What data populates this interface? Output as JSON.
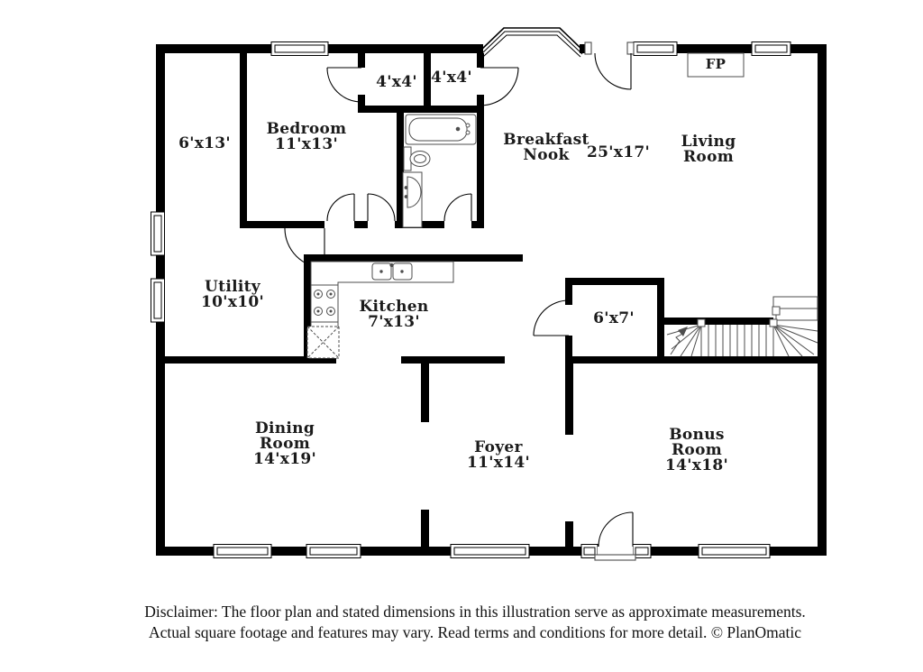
{
  "rooms": {
    "left_room": {
      "dims": "6'x13'"
    },
    "bedroom": {
      "name": "Bedroom",
      "dims": "11'x13'"
    },
    "closet_a": {
      "dims": "4'x4'"
    },
    "closet_b": {
      "dims": "4'x4'"
    },
    "breakfast_nook": {
      "name": "Breakfast Nook",
      "dims": "25'x17'"
    },
    "living_room": {
      "name": "Living Room"
    },
    "fireplace": {
      "label": "FP"
    },
    "utility": {
      "name": "Utility",
      "dims": "10'x10'"
    },
    "kitchen": {
      "name": "Kitchen",
      "dims": "7'x13'"
    },
    "stair_closet": {
      "dims": "6'x7'"
    },
    "dining_room": {
      "name": "Dining Room",
      "dims": "14'x19'"
    },
    "foyer": {
      "name": "Foyer",
      "dims": "11'x14'"
    },
    "bonus_room": {
      "name": "Bonus Room",
      "dims": "14'x18'"
    }
  },
  "footer": {
    "line1": "Disclaimer: The floor plan and stated dimensions in this illustration serve as approximate measurements.",
    "line2": "Actual square footage and features may vary. Read terms and conditions for more detail. © PlanOmatic"
  },
  "colors": {
    "wall": "#000000",
    "background": "#ffffff",
    "fixture_outline": "#4d4d4d",
    "label_text": "#1b1b1b"
  }
}
